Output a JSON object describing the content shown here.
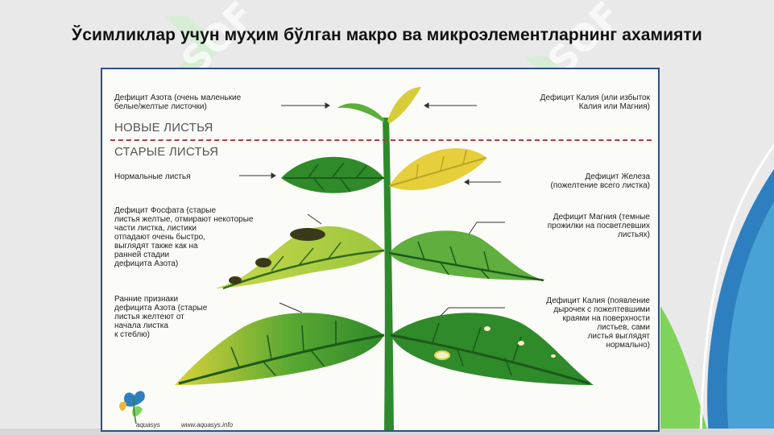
{
  "slide": {
    "title": "Ўсимликлар учун муҳим бўлган макро ва микроэлементларнинг ахамияти",
    "watermark": "SOF"
  },
  "figure": {
    "zone_new": "НОВЫЕ ЛИСТЬЯ",
    "zone_old": "СТАРЫЕ ЛИСТЬЯ",
    "labels": {
      "nitrogen": "Дефицит Азота (очень маленькие\nбелые/желтые листочки)",
      "potassium_top": "Дефицит Калия (или избыток\nКалия или Магния)",
      "normal": "Нормальные листья",
      "iron": "Дефицит Железа\n(пожелтение всего листка)",
      "phosphate": "Дефицит Фосфата (старые\nлистья желтые, отмирают некоторые\nчасти листка, листики\nотпадают очень быстро,\nвыглядят также как на\nранней стадии\nдефицита Азота)",
      "magnesium": "Дефицит Магния (темные\nпрожилки на посветлевших\nлистьях)",
      "nitrogen_early": "Ранние признаки\nдефицита Азота (старые\nлистья желтеют от\nначала листка\nк стеблю)",
      "potassium_bottom": "Дефицит Калия (появление\nдырочек с пожелтевшими\nкраями на поверхности\nлистьев, сами\nлистья выглядят\nнормально)"
    },
    "logo": {
      "name": "aquasys",
      "url": "www.aquasys.info"
    }
  },
  "colors": {
    "accent_green": "#7fd35a",
    "accent_blue": "#2d7fbf",
    "leaf_dark": "#2f8a2a",
    "leaf_yellow": "#e6cf3a",
    "frame": "#2d4f86"
  }
}
